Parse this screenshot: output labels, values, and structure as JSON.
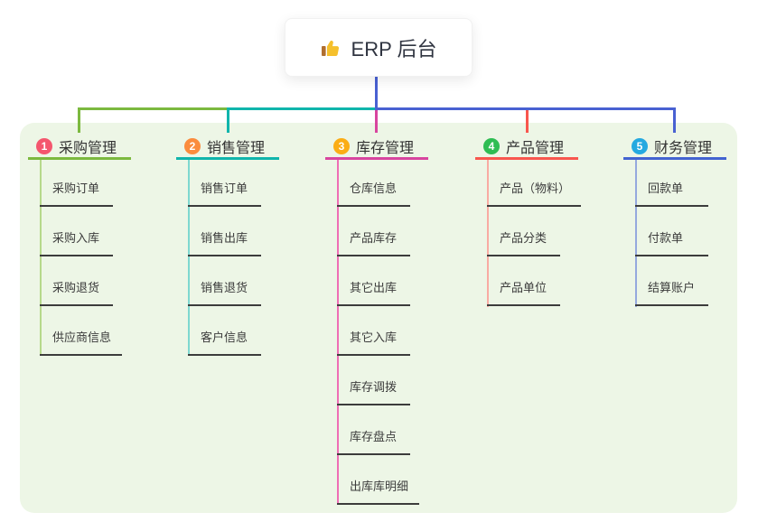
{
  "root": {
    "label": "ERP 后台",
    "icon": "thumbs-up"
  },
  "connector_color": "#4961d2",
  "panel_color": "#edf6e6",
  "branches": [
    {
      "badge": "1",
      "title": "采购管理",
      "badge_color": "#f4566e",
      "line_color": "#7cb93f",
      "sub_line_color": "#b6d98b",
      "items": [
        "采购订单",
        "采购入库",
        "采购退货",
        "供应商信息"
      ]
    },
    {
      "badge": "2",
      "title": "销售管理",
      "badge_color": "#fb8c3d",
      "line_color": "#10b5ac",
      "sub_line_color": "#7ed8d0",
      "items": [
        "销售订单",
        "销售出库",
        "销售退货",
        "客户信息"
      ]
    },
    {
      "badge": "3",
      "title": "库存管理",
      "badge_color": "#fbad15",
      "line_color": "#d8459f",
      "sub_line_color": "#ef6eb5",
      "items": [
        "仓库信息",
        "产品库存",
        "其它出库",
        "其它入库",
        "库存调拨",
        "库存盘点",
        "出库库明细"
      ]
    },
    {
      "badge": "4",
      "title": "产品管理",
      "badge_color": "#2fbd53",
      "line_color": "#f8564e",
      "sub_line_color": "#f9aba3",
      "items": [
        "产品（物料）",
        "产品分类",
        "产品单位"
      ]
    },
    {
      "badge": "5",
      "title": "财务管理",
      "badge_color": "#25a9e0",
      "line_color": "#4363d1",
      "sub_line_color": "#95a9de",
      "items": [
        "回款单",
        "付款单",
        "结算账户"
      ]
    }
  ]
}
